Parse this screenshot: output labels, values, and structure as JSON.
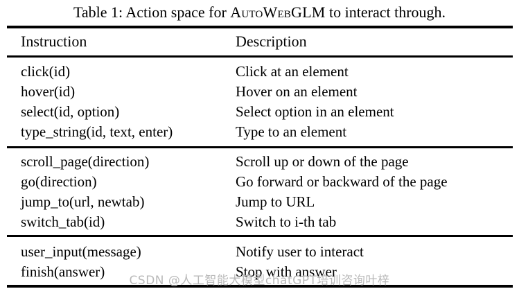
{
  "caption": {
    "prefix": "Table 1: Action space for ",
    "model_name": "AutoWebGLM",
    "suffix": " to interact through."
  },
  "table": {
    "headers": {
      "instruction": "Instruction",
      "description": "Description"
    },
    "groups": [
      {
        "rows": [
          {
            "instruction": "click(id)",
            "description": "Click at an element"
          },
          {
            "instruction": "hover(id)",
            "description": "Hover on an element"
          },
          {
            "instruction": "select(id, option)",
            "description": "Select option in an element"
          },
          {
            "instruction": "type_string(id, text, enter)",
            "description": "Type to an element"
          }
        ]
      },
      {
        "rows": [
          {
            "instruction": "scroll_page(direction)",
            "description": "Scroll up or down of the page"
          },
          {
            "instruction": "go(direction)",
            "description": "Go forward or backward of the page"
          },
          {
            "instruction": "jump_to(url, newtab)",
            "description": "Jump to URL"
          },
          {
            "instruction": "switch_tab(id)",
            "description": "Switch to i-th tab"
          }
        ]
      },
      {
        "rows": [
          {
            "instruction": "user_input(message)",
            "description": "Notify user to interact"
          },
          {
            "instruction": "finish(answer)",
            "description": "Stop with answer"
          }
        ]
      }
    ]
  },
  "watermark": {
    "text": "CSDN @人工智能大模型chatGPT培训咨询叶梓",
    "color": "#b9b9b9"
  },
  "colors": {
    "text": "#000000",
    "background": "#ffffff",
    "rule": "#000000"
  }
}
